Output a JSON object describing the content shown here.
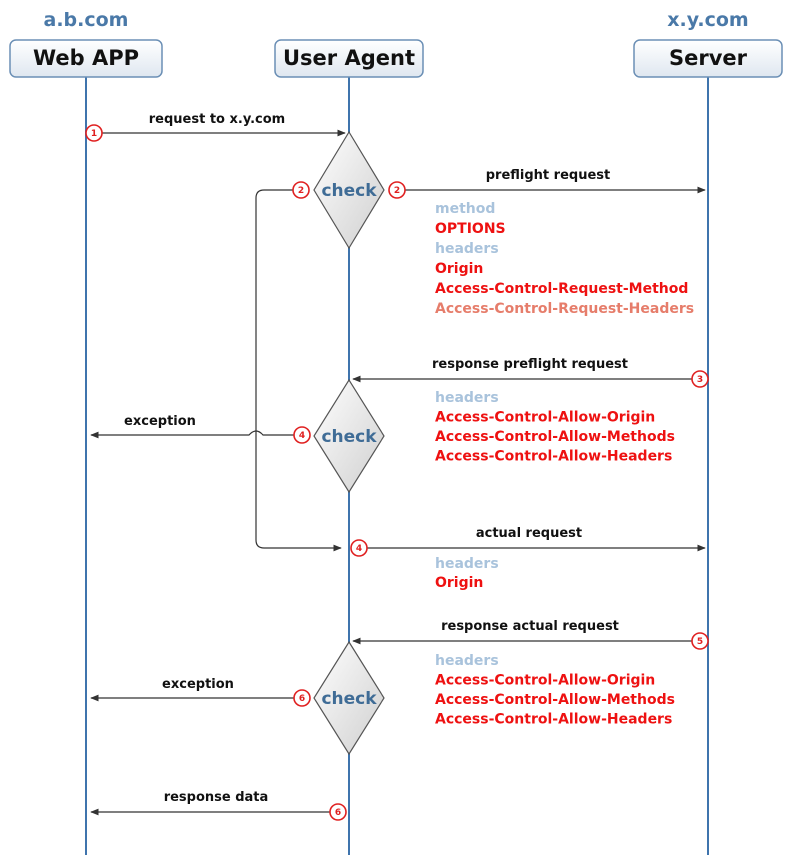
{
  "actors": [
    {
      "id": "webapp",
      "label": "Web APP",
      "domain": "a.b.com"
    },
    {
      "id": "agent",
      "label": "User Agent",
      "domain": ""
    },
    {
      "id": "server",
      "label": "Server",
      "domain": "x.y.com"
    }
  ],
  "checks": [
    {
      "label": "check"
    },
    {
      "label": "check"
    },
    {
      "label": "check"
    }
  ],
  "messages": [
    {
      "label": "request to x.y.com",
      "step": "1"
    },
    {
      "label": "preflight request",
      "step": "2"
    },
    {
      "label": "response preflight request",
      "step": "3"
    },
    {
      "label": "exception",
      "step": "4"
    },
    {
      "label": "actual request",
      "step": "4"
    },
    {
      "label": "response actual request",
      "step": "5"
    },
    {
      "label": "exception",
      "step": "6"
    },
    {
      "label": "response data",
      "step": "6"
    }
  ],
  "loop_step": "2",
  "header_blocks": [
    {
      "lines": [
        {
          "text": "method",
          "style": "title"
        },
        {
          "text": "OPTIONS",
          "style": "red"
        },
        {
          "text": "headers",
          "style": "title"
        },
        {
          "text": "Origin",
          "style": "red"
        },
        {
          "text": "Access-Control-Request-Method",
          "style": "red"
        },
        {
          "text": "Access-Control-Request-Headers",
          "style": "pale"
        }
      ]
    },
    {
      "lines": [
        {
          "text": "headers",
          "style": "title"
        },
        {
          "text": "Access-Control-Allow-Origin",
          "style": "red"
        },
        {
          "text": "Access-Control-Allow-Methods",
          "style": "red"
        },
        {
          "text": "Access-Control-Allow-Headers",
          "style": "red"
        }
      ]
    },
    {
      "lines": [
        {
          "text": "headers",
          "style": "title"
        },
        {
          "text": "Origin",
          "style": "red"
        }
      ]
    },
    {
      "lines": [
        {
          "text": "headers",
          "style": "title"
        },
        {
          "text": "Access-Control-Allow-Origin",
          "style": "red"
        },
        {
          "text": "Access-Control-Allow-Methods",
          "style": "red"
        },
        {
          "text": "Access-Control-Allow-Headers",
          "style": "red"
        }
      ]
    }
  ],
  "colors": {
    "lifeline": "#3f74ad",
    "step": "#e02020",
    "check_text": "#3f6c96",
    "header_title": "#a9c3dc",
    "header_value": "#ee1111"
  }
}
